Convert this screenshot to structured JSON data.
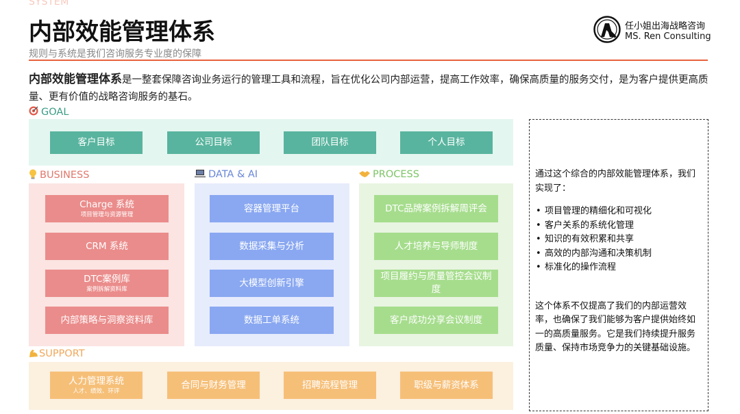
{
  "header": {
    "system_label": "SYSTEM",
    "title": "内部效能管理体系",
    "subtitle": "规则与系统是我们咨询服务专业度的保障",
    "brand_cn": "任小姐出海战略咨询",
    "brand_en": "MS. Ren Consulting"
  },
  "intro": {
    "bold": "内部效能管理体系",
    "text": "是一整套保障咨询业务运行的管理工具和流程，旨在优化公司内部运营，提高工作效率，确保高质量的服务交付，是为客户提供更高质量、更有价值的战略咨询服务的基石。"
  },
  "goal": {
    "label": "GOAL",
    "icon": "target-icon",
    "items": [
      "客户目标",
      "公司目标",
      "团队目标",
      "个人目标"
    ]
  },
  "business": {
    "label": "BUSINESS",
    "icon": "lightbulb-icon",
    "items": [
      {
        "title": "Charge 系统",
        "sub": "项目管理与资源管理"
      },
      {
        "title": "CRM 系统",
        "sub": ""
      },
      {
        "title": "DTC案例库",
        "sub": "案例拆解资料库"
      },
      {
        "title": "内部策略与洞察资料库",
        "sub": ""
      }
    ]
  },
  "data_ai": {
    "label": "DATA & AI",
    "icon": "laptop-icon",
    "items": [
      "容器管理平台",
      "数据采集与分析",
      "大模型创新引擎",
      "数据工单系统"
    ]
  },
  "process": {
    "label": "PROCESS",
    "icon": "handshake-icon",
    "items": [
      "DTC品牌案例拆解周评会",
      "人才培养与导师制度",
      "项目履约与质量管控会议制度",
      "客户成功分享会议制度"
    ]
  },
  "support": {
    "label": "SUPPORT",
    "icon": "flexed-biceps-icon",
    "items": [
      {
        "title": "人力管理系统",
        "sub": "人才、绩效、环评"
      },
      {
        "title": "合同与财务管理",
        "sub": ""
      },
      {
        "title": "招聘流程管理",
        "sub": ""
      },
      {
        "title": "职级与薪资体系",
        "sub": ""
      }
    ]
  },
  "summary": {
    "intro": "通过这个综合的内部效能管理体系，我们实现了：",
    "bullets": [
      "项目管理的精细化和可视化",
      "客户关系的系统化管理",
      "知识的有效积累和共享",
      "高效的内部沟通和决策机制",
      "标准化的操作流程"
    ],
    "outro": "这个体系不仅提高了我们的内部运营效率，也确保了我们能够为客户提供始终如一的高质量服务。它是我们持续提升服务质量、保持市场竞争力的关键基础设施。"
  },
  "colors": {
    "accent_rule": "#e8603a",
    "goal_panel": "#e4f6f0",
    "goal_box": "#58b49e",
    "goal_label": "#3a9c84",
    "business_panel": "#fbe4e2",
    "business_box": "#ea8c8b",
    "business_label": "#e0786c",
    "data_panel": "#e7ecfc",
    "data_box": "#8aa8f1",
    "data_label": "#6a87d8",
    "process_panel": "#e8f5e1",
    "process_box": "#a6dd8d",
    "process_label": "#7cc466",
    "support_panel": "#fcf0df",
    "support_box": "#f6bf78",
    "support_label": "#f0a85a"
  }
}
